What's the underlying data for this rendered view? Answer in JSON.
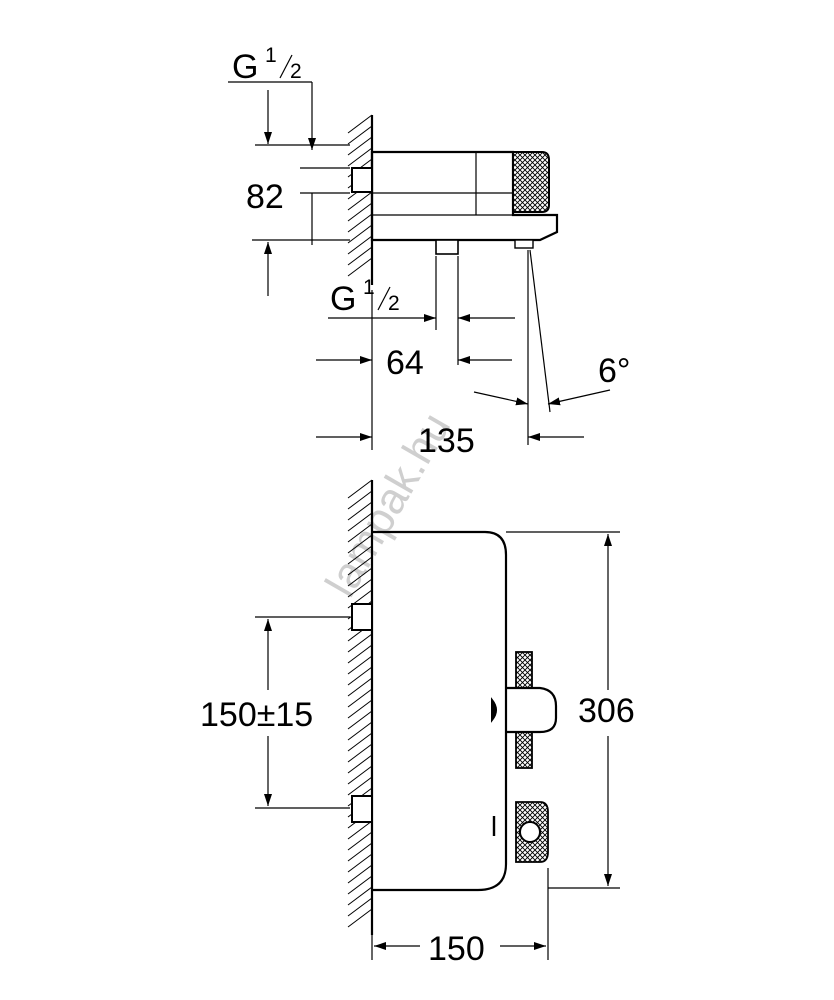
{
  "side_view": {
    "inlet_thread_top": {
      "main": "G",
      "num": "1",
      "den": "2"
    },
    "height_dim": "82",
    "outlet_thread": {
      "main": "G",
      "num": "1",
      "den": "2"
    },
    "outlet_offset_dim": "64",
    "spout_angle_dim": "6°",
    "depth_dim": "135"
  },
  "front_view": {
    "inlet_spacing_dim": "150±15",
    "height_dim": "306",
    "width_dim": "150"
  },
  "watermark": "lampak.hu"
}
